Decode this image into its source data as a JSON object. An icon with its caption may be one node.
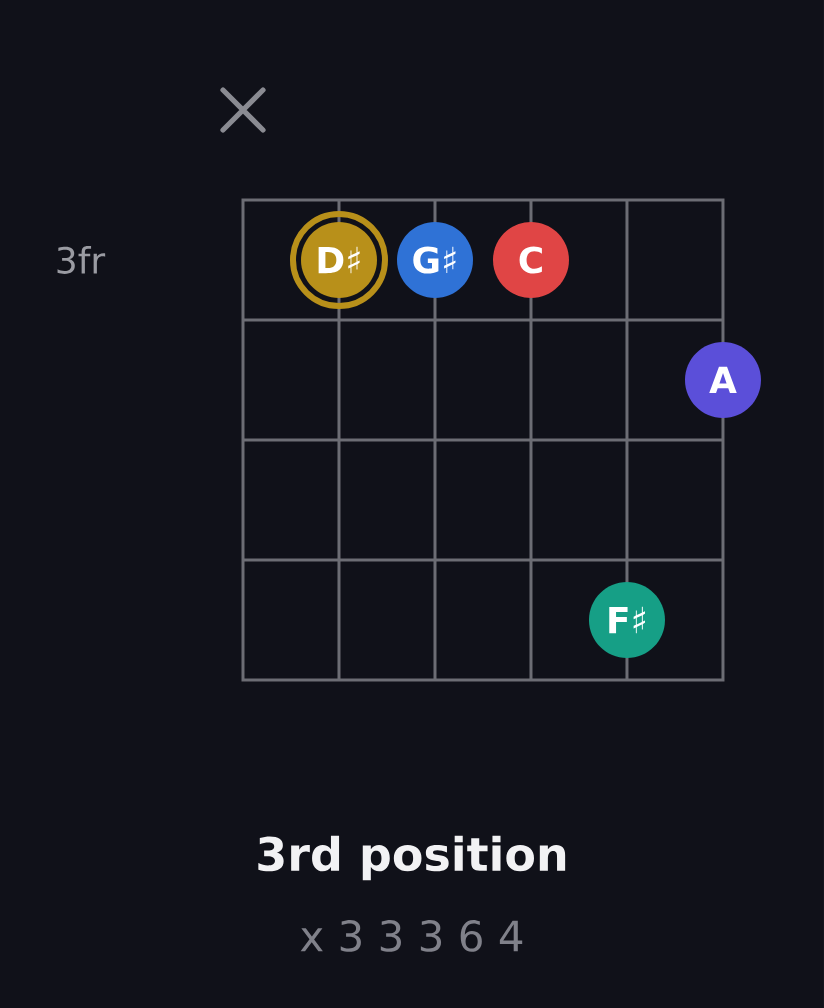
{
  "diagram": {
    "title": "3rd position",
    "nodes": [
      {
        "text": [
          "D♯"
        ]
      },
      {
        "text": [
          "G♯"
        ]
      },
      {
        "text": [
          "C"
        ]
      },
      {
        "text": [
          "A"
        ]
      },
      {
        "text": [
          "F♯"
        ]
      }
    ],
    "labels": [
      "3fr",
      "x 3 3 3 6 4"
    ]
  }
}
